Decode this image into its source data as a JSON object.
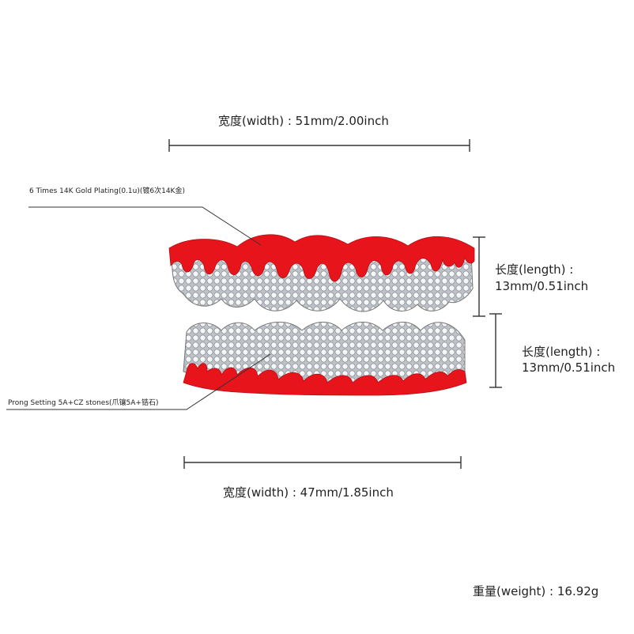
{
  "labels": {
    "top_width": "宽度(width) : 51mm/2.00inch",
    "bottom_width": "宽度(width) : 47mm/1.85inch",
    "upper_length_line1": "长度(length) :",
    "upper_length_line2": "13mm/0.51inch",
    "lower_length_line1": "长度(length) :",
    "lower_length_line2": "13mm/0.51inch",
    "plating_callout": "6 Times  14K  Gold  Plating(0.1u)(镀6次14K金)",
    "setting_callout": "Prong Setting 5A+CZ stones(爪镶5A+锆石)",
    "weight": "重量(weight) : 16.92g"
  },
  "colors": {
    "enamel_red": "#e8141c",
    "silver": "#cfd2d6",
    "line": "#333333"
  }
}
